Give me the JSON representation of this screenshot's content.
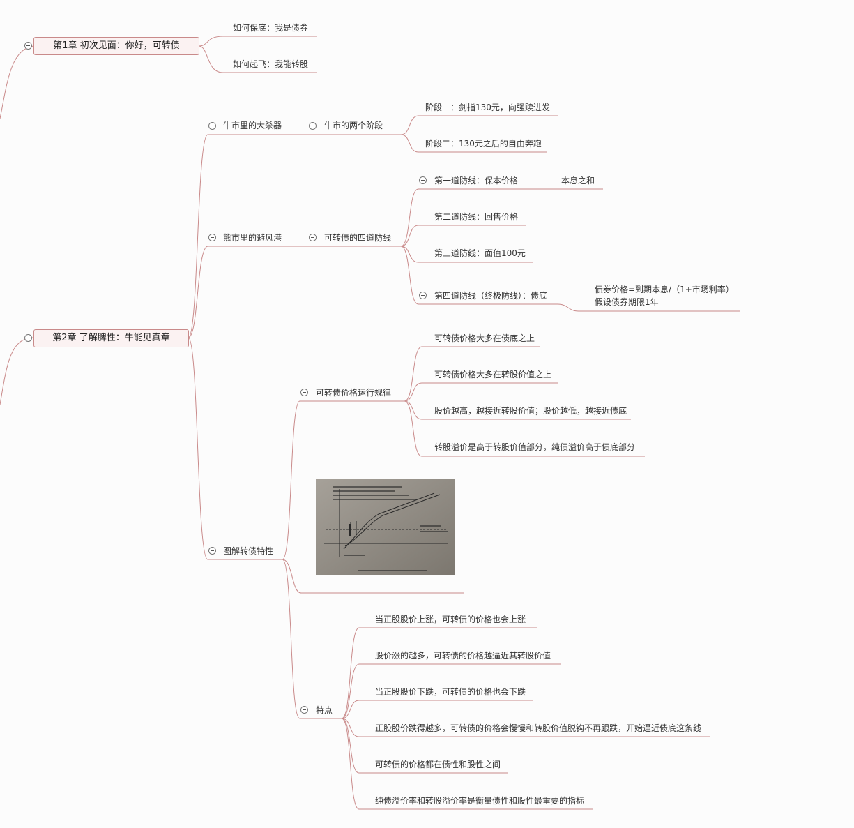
{
  "chapter1": {
    "title": "第1章 初次见面：你好，可转债",
    "children": [
      "如何保底：我是债券",
      "如何起飞：我能转股"
    ]
  },
  "chapter2": {
    "title": "第2章 了解脾性：牛能见真章",
    "bull_market": {
      "label": "牛市里的大杀器",
      "sub": "牛市的两个阶段",
      "stages": [
        "阶段一：剑指130元，向强赎进发",
        "阶段二：130元之后的自由奔跑"
      ]
    },
    "bear_market": {
      "label": "熊市里的避风港",
      "sub": "可转债的四道防线",
      "lines": [
        {
          "label": "第一道防线：保本价格",
          "note": "本息之和"
        },
        {
          "label": "第二道防线：回售价格"
        },
        {
          "label": "第三道防线：面值100元"
        },
        {
          "label": "第四道防线（终极防线）：债底",
          "note_lines": [
            "债券价格=到期本息/（1+市场利率）",
            "假设债券期限1年"
          ]
        }
      ]
    },
    "illustrated": {
      "label": "图解转债特性",
      "price_rules": {
        "label": "可转债价格运行规律",
        "items": [
          "可转债价格大多在债底之上",
          "可转债价格大多在转股价值之上",
          "股价越高，越接近转股价值；股价越低，越接近债底",
          "转股溢价是高于转股价值部分，纯债溢价高于债底部分"
        ]
      },
      "features": {
        "label": "特点",
        "items": [
          "当正股股价上涨，可转债的价格也会上涨",
          "股价涨的越多，可转债的价格越逼近其转股价值",
          "当正股股价下跌，可转债的价格也会下跌",
          "正股股价跌得越多，可转债的价格会慢慢和转股价值脱钩不再跟跌，开始逼近债底这条线",
          "可转债的价格都在债性和股性之间",
          "纯债溢价率和转股溢价率是衡量债性和股性最重要的指标"
        ]
      }
    }
  },
  "colors": {
    "link": "#c98a8a",
    "chapter_bg": "#fbf2f2"
  }
}
